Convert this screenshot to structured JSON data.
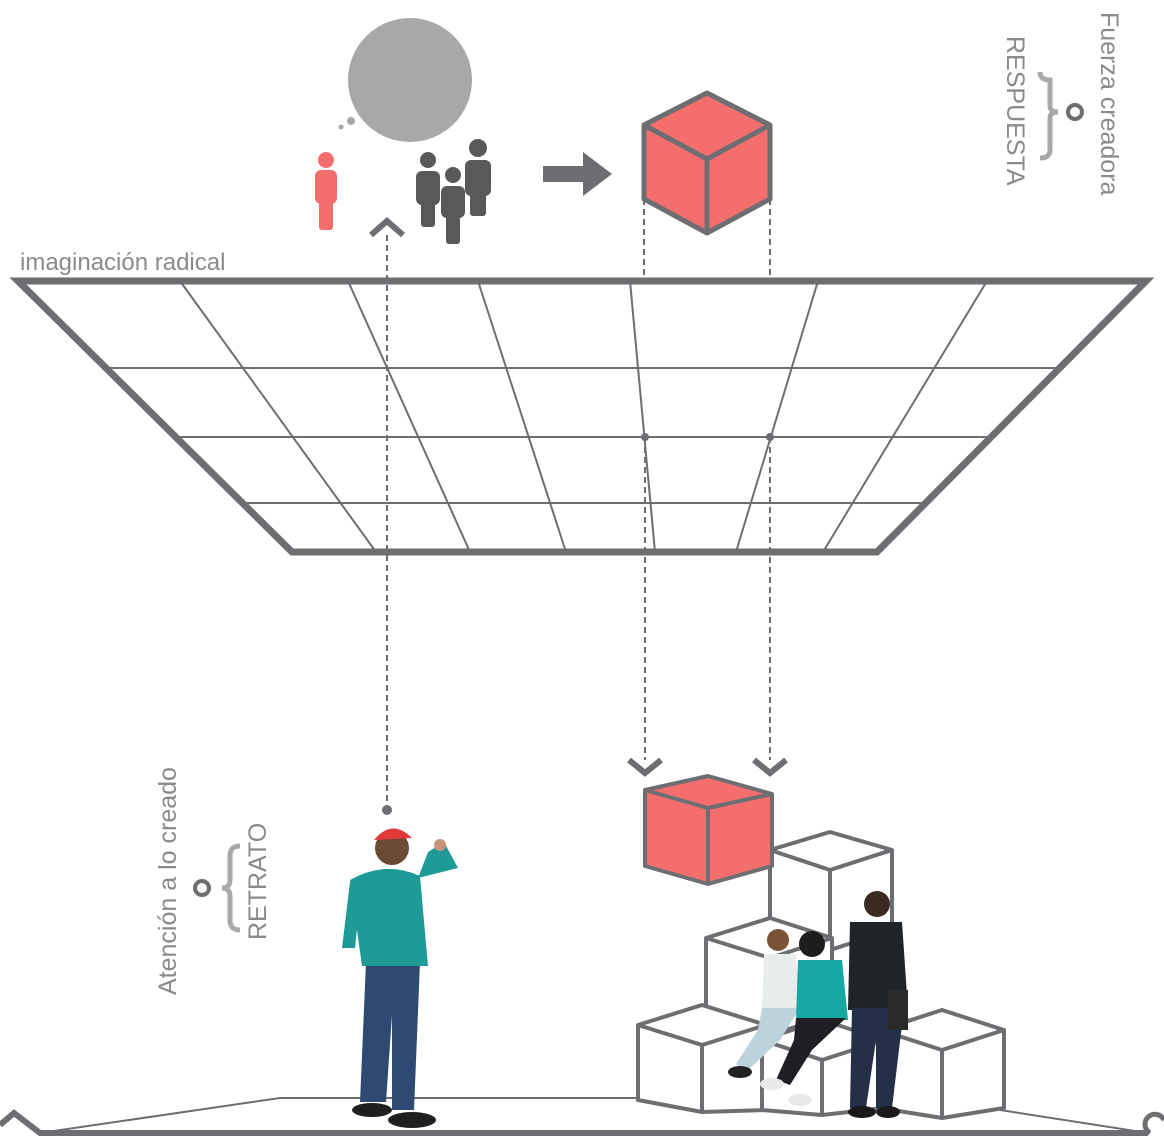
{
  "labels": {
    "plane_label": "imaginación radical",
    "top_right_line1": "Fuerza creadora",
    "top_right_line2": "RESPUESTA",
    "bottom_left_line1": "Atención a lo creado",
    "bottom_left_line2": "RETRATO"
  },
  "colors": {
    "line": "#6d6e71",
    "accent": "#f46e6e",
    "accent_dark": "#e15858",
    "bubble": "#a7a8aa",
    "text": "#8a8a8c"
  },
  "icons": [
    "speech-bubble-icon",
    "person-red-icon",
    "group-people-icon",
    "right-arrow-icon",
    "red-cube-icon",
    "brace-icon",
    "ring-icon",
    "figure-man-red-cap",
    "figure-group-sitting",
    "cube-stack"
  ]
}
